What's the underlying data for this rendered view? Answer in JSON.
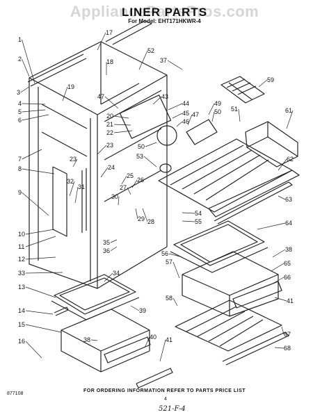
{
  "header": {
    "watermark": "AppliancePartsPros.com",
    "title": "LINER PARTS",
    "subtitle": "For Model: EHT171HKWR-4"
  },
  "footer": {
    "ordering_note": "FOR ORDERING INFORMATION REFER TO PARTS PRICE LIST",
    "part_number": "877108",
    "page_number": "4",
    "handwritten_note": "521-F-4"
  },
  "callouts": [
    "1",
    "2",
    "3",
    "4",
    "5",
    "6",
    "7",
    "8",
    "9",
    "10",
    "11",
    "12",
    "13",
    "14",
    "15",
    "16",
    "17",
    "18",
    "19",
    "20",
    "21",
    "22",
    "23",
    "24",
    "25",
    "26",
    "27",
    "28",
    "29",
    "30",
    "31",
    "32",
    "33",
    "34",
    "35",
    "36",
    "37",
    "38",
    "39",
    "40",
    "41",
    "43",
    "44",
    "45",
    "46",
    "47",
    "49",
    "50",
    "51",
    "52",
    "53",
    "54",
    "55",
    "56",
    "57",
    "58",
    "59",
    "61",
    "62",
    "63",
    "64",
    "65",
    "66",
    "67",
    "68"
  ]
}
